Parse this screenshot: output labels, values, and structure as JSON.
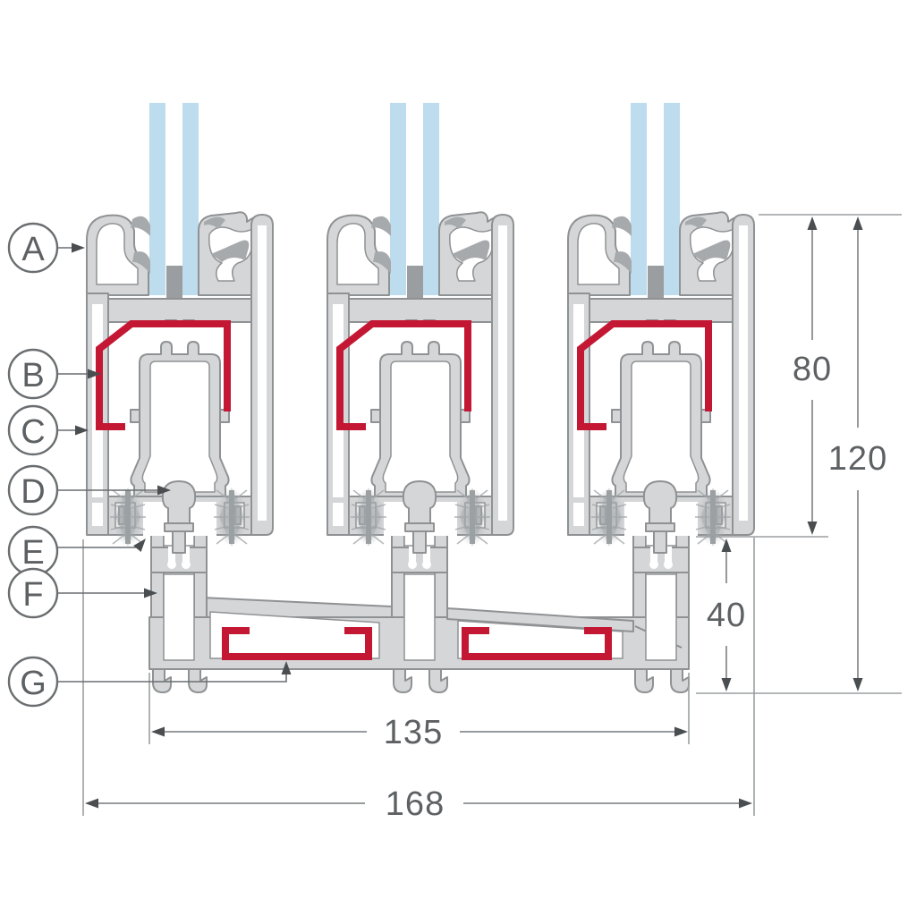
{
  "diagram": {
    "type": "window-sliding-profile-cross-section",
    "profile_count": 3,
    "callouts": [
      {
        "letter": "A",
        "target": "sash-outer-frame"
      },
      {
        "letter": "B",
        "target": "steel-reinforcement"
      },
      {
        "letter": "C",
        "target": "sash-wall"
      },
      {
        "letter": "D",
        "target": "track-rail-knob"
      },
      {
        "letter": "E",
        "target": "brush-seal"
      },
      {
        "letter": "F",
        "target": "sill-track-wall"
      },
      {
        "letter": "G",
        "target": "sill-reinforcement"
      }
    ],
    "dimensions_right": [
      {
        "value": "80"
      },
      {
        "value": "120"
      },
      {
        "value": "40"
      }
    ],
    "dimensions_bottom": [
      {
        "value": "135"
      },
      {
        "value": "168"
      }
    ],
    "colors": {
      "background": "#ffffff",
      "profile_fill": "#d5d6d8",
      "profile_stroke": "#8f9294",
      "reinforcement_red": "#c41733",
      "glass_blue": "#bddcee",
      "spacer_gray": "#9b9ea0",
      "gasket_gray": "#a7aaac",
      "dimension_line": "#8a8d8f",
      "text": "#5d6163",
      "arrow": "#4a4e50"
    }
  }
}
